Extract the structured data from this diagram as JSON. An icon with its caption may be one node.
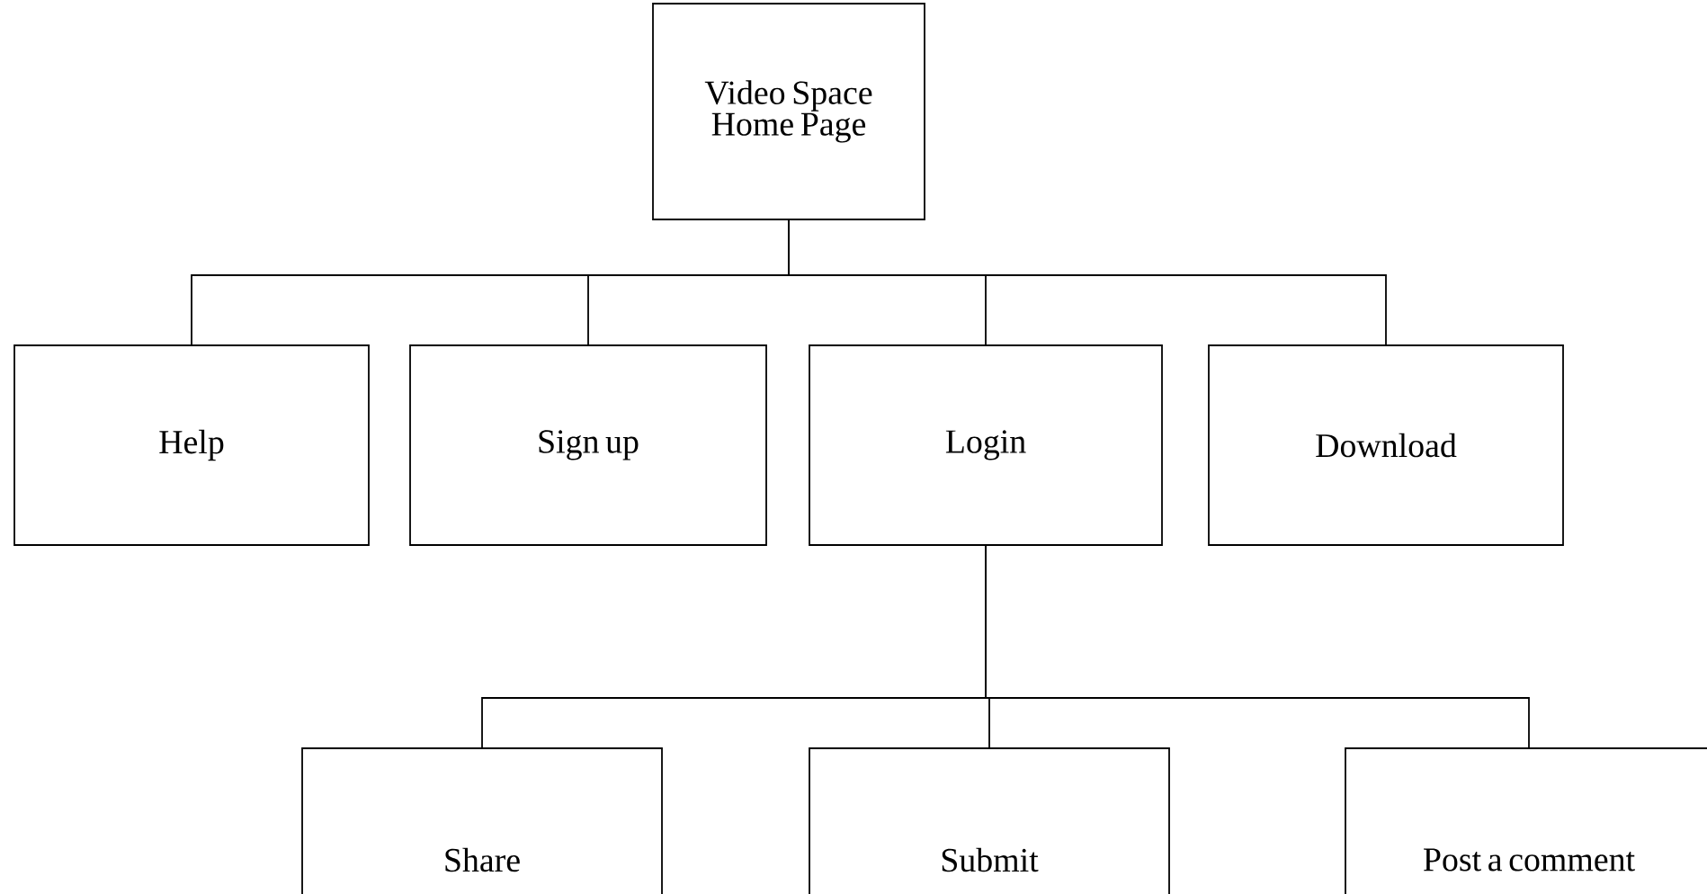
{
  "diagram": {
    "nodes": [
      {
        "text": [
          "Video Space Home Page"
        ]
      },
      {
        "text": [
          "Help"
        ]
      },
      {
        "text": [
          "Sign up"
        ]
      },
      {
        "text": [
          "Login"
        ]
      },
      {
        "text": [
          "Download"
        ]
      },
      {
        "text": [
          "Share"
        ]
      },
      {
        "text": [
          "Submit"
        ]
      },
      {
        "text": [
          "Post a comment"
        ]
      }
    ],
    "edges": [
      {
        "from": 0,
        "to": 1,
        "arrow": "none"
      },
      {
        "from": 0,
        "to": 2,
        "arrow": "none"
      },
      {
        "from": 0,
        "to": 3,
        "arrow": "none"
      },
      {
        "from": 0,
        "to": 4,
        "arrow": "none"
      },
      {
        "from": 3,
        "to": 5,
        "arrow": "none"
      },
      {
        "from": 3,
        "to": 6,
        "arrow": "none"
      },
      {
        "from": 3,
        "to": 7,
        "arrow": "none"
      }
    ]
  }
}
